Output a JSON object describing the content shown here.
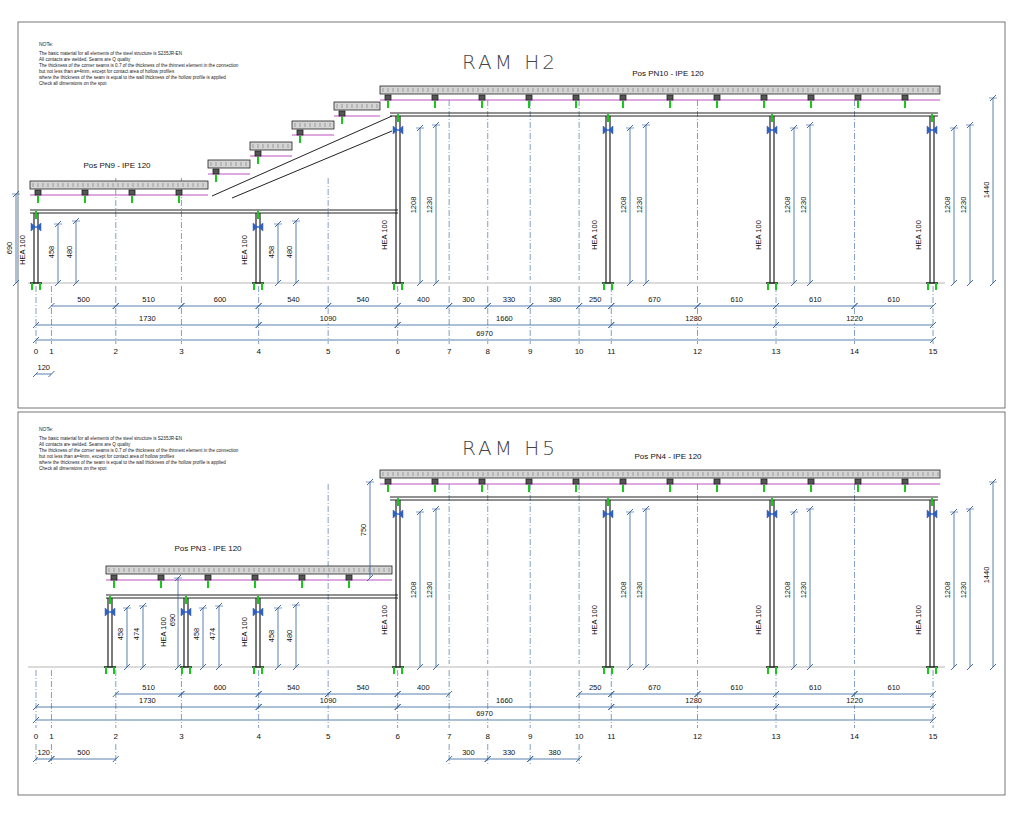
{
  "diagram": {
    "labels": [
      "NOTe:",
      "The basic material for all elements of the steel structure is S235JR-EN",
      "All contacts are welded. Seams are Q quality",
      "The thickness of the corner seams is 0.7 of the thickness of the thinnest element in the connection",
      "but not less than a=4mm, except for contact area of hollow profiles",
      "where the thickness of the seam is equal to the wall thickness of the hollow profile is applied",
      "Check all dimensions on the spot",
      "RAM H2",
      "Pos PN10 - IPE 120",
      "Pos PN9 - IPE 120",
      "690",
      "HEA 100",
      "458",
      "480",
      "HEA 100",
      "458",
      "480",
      "HEA 100",
      "1208",
      "1230",
      "HEA 100",
      "1208",
      "1230",
      "HEA 100",
      "1208",
      "1230",
      "HEA 100",
      "1208",
      "1230",
      "1440",
      "500",
      "510",
      "600",
      "540",
      "540",
      "400",
      "300",
      "330",
      "380",
      "250",
      "670",
      "610",
      "610",
      "610",
      "1730",
      "1090",
      "1660",
      "1280",
      "1220",
      "6970",
      "0",
      "1",
      "2",
      "3",
      "4",
      "5",
      "6",
      "7",
      "8",
      "9",
      "10",
      "11",
      "12",
      "13",
      "14",
      "15",
      "120",
      "NOTe:",
      "The basic material for all elements of the steel structure is S235JR-EN",
      "All contacts are welded. Seams are Q quality",
      "The thickness of the corner seams is 0.7 of the thickness of the thinnest element in the connection",
      "but not less than a=4mm, except for contact area of hollow profiles",
      "where the thickness of the seam is equal to the wall thickness of the hollow profile is applied",
      "Check all dimensions on the spot",
      "RAM H5",
      "Pos PN4 - IPE 120",
      "Pos PN3 - IPE 120",
      "750",
      "458",
      "474",
      "690",
      "HEA 100",
      "458",
      "474",
      "HEA 100",
      "458",
      "480",
      "HEA 100",
      "1208",
      "1230",
      "HEA 100",
      "1208",
      "1230",
      "HEA 100",
      "1208",
      "1230",
      "HEA 100",
      "1208",
      "1230",
      "1440",
      "510",
      "600",
      "540",
      "540",
      "400",
      "250",
      "670",
      "610",
      "610",
      "610",
      "1730",
      "1090",
      "1660",
      "1280",
      "1220",
      "6970",
      "0",
      "1",
      "2",
      "3",
      "4",
      "5",
      "6",
      "7",
      "8",
      "9",
      "10",
      "11",
      "12",
      "13",
      "14",
      "15",
      "120",
      "500",
      "300",
      "330",
      "380"
    ]
  }
}
